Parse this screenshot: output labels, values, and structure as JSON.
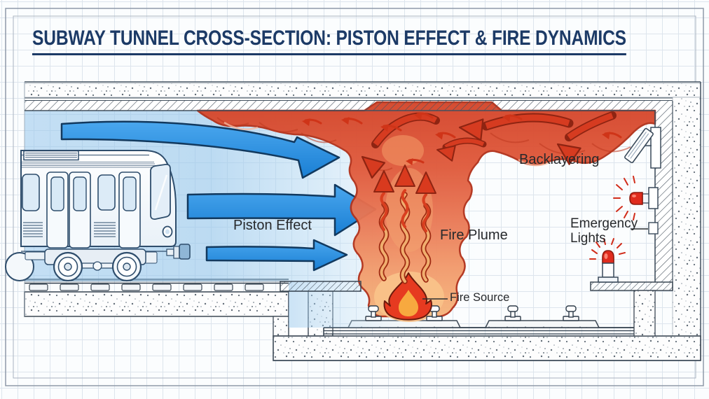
{
  "title": "SUBWAY TUNNEL CROSS-SECTION: PISTON EFFECT & FIRE DYNAMICS",
  "labels": {
    "piston_effect": "Piston Effect",
    "fire_plume": "Fire Plume",
    "backlayering": "Backlayering",
    "emergency_lights": "Emergency Lights",
    "fire_source": "Fire Source"
  },
  "palette": {
    "blueprint_navy": "#1c3a66",
    "airflow_blue": "#2190e4",
    "smoke_red": "#d6452a",
    "plume_orange": "#f2a368",
    "flame_red": "#e63a20",
    "flame_inner_orange": "#f7a93f",
    "emergency_red": "#e02b1d",
    "label_gray": "#27292c",
    "grid_line": "#dde5ed",
    "concrete_outline": "#3c4854"
  }
}
